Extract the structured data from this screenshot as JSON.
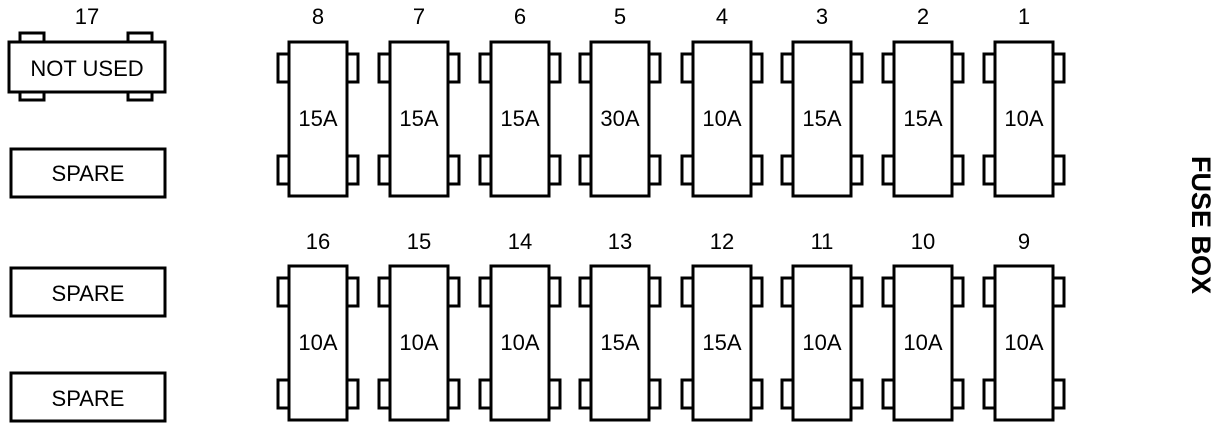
{
  "title": "FUSE BOX",
  "side_blocks": [
    {
      "number": "17",
      "label": "NOT USED"
    },
    {
      "number": "",
      "label": "SPARE"
    },
    {
      "number": "",
      "label": "SPARE"
    },
    {
      "number": "",
      "label": "SPARE"
    }
  ],
  "fuse_rows": [
    [
      {
        "number": "8",
        "rating": "15A"
      },
      {
        "number": "7",
        "rating": "15A"
      },
      {
        "number": "6",
        "rating": "15A"
      },
      {
        "number": "5",
        "rating": "30A"
      },
      {
        "number": "4",
        "rating": "10A"
      },
      {
        "number": "3",
        "rating": "15A"
      },
      {
        "number": "2",
        "rating": "15A"
      },
      {
        "number": "1",
        "rating": "10A"
      }
    ],
    [
      {
        "number": "16",
        "rating": "10A"
      },
      {
        "number": "15",
        "rating": "10A"
      },
      {
        "number": "14",
        "rating": "10A"
      },
      {
        "number": "13",
        "rating": "15A"
      },
      {
        "number": "12",
        "rating": "15A"
      },
      {
        "number": "11",
        "rating": "10A"
      },
      {
        "number": "10",
        "rating": "10A"
      },
      {
        "number": "9",
        "rating": "10A"
      }
    ]
  ]
}
